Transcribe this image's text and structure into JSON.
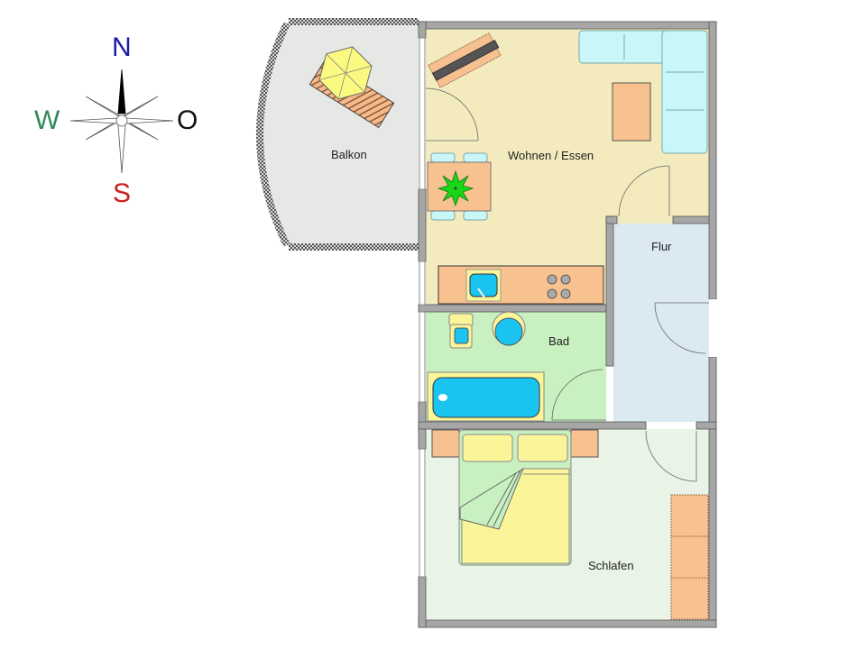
{
  "compass": {
    "north": {
      "label": "N",
      "color": "#1a1aa6"
    },
    "south": {
      "label": "S",
      "color": "#cc2020"
    },
    "west": {
      "label": "W",
      "color": "#2e8b57"
    },
    "east": {
      "label": "O",
      "color": "#111111"
    }
  },
  "rooms": {
    "balkon": {
      "label": "Balkon",
      "color": "#e6e8e6"
    },
    "wohnen": {
      "label": "Wohnen / Essen",
      "color": "#f3ebbd"
    },
    "flur": {
      "label": "Flur",
      "color": "#dbe9f2"
    },
    "bad": {
      "label": "Bad",
      "color": "#c8f0c0"
    },
    "schlafen": {
      "label": "Schlafen",
      "color": "#e9f4e6"
    }
  },
  "colors": {
    "wall": "#a6a6a6",
    "wall_edge": "#555555",
    "furniture_orange": "#f8c190",
    "sofa": "#c9f6f8",
    "water_blue": "#19c4f0",
    "bed_yellow": "#fbf59a",
    "plant_green": "#19d619"
  }
}
